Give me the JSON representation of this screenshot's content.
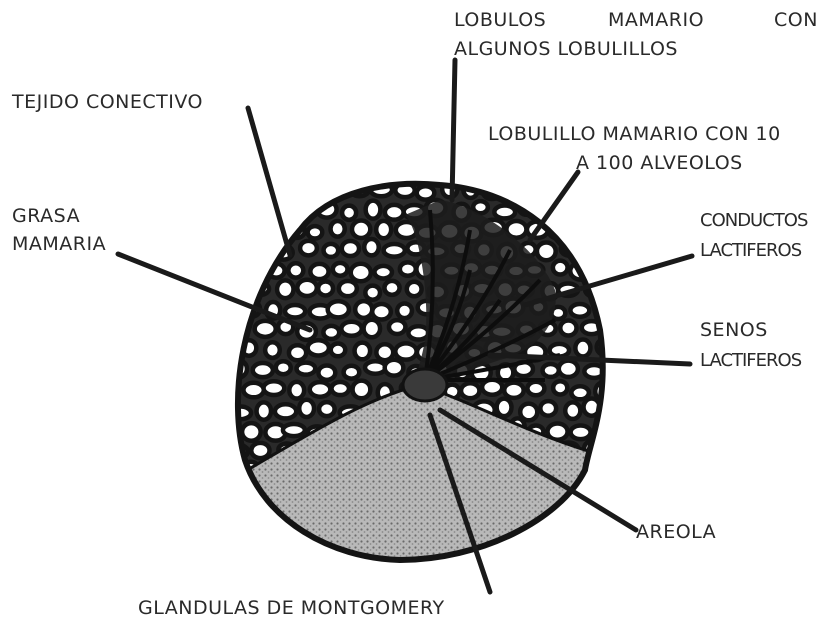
{
  "labels": {
    "lobulos_1": "LOBULOS",
    "lobulos_2": "MAMARIO",
    "lobulos_3": "CON",
    "lobulos_line2": "ALGUNOS LOBULILLOS",
    "tejido": "TEJIDO CONECTIVO",
    "lobulillo_line1": "LOBULILLO MAMARIO CON 10",
    "lobulillo_line2": "A 100 ALVEOLOS",
    "grasa_line1": "GRASA",
    "grasa_line2": "MAMARIA",
    "conductos_line1": "CONDUCTOS",
    "conductos_line2": "LACTIFEROS",
    "senos_line1": "SENOS",
    "senos_line2": "LACTIFEROS",
    "areola": "AREOLA",
    "glandulas": "GLANDULAS DE MONTGOMERY"
  }
}
